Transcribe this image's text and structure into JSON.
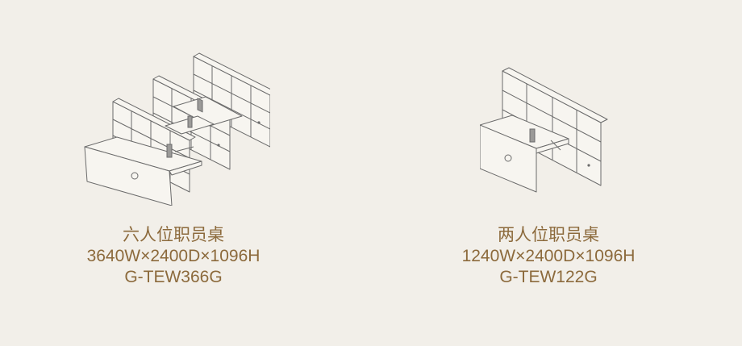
{
  "products": [
    {
      "name": "六人位职员桌",
      "dimensions": "3640W×2400D×1096H",
      "code": "G-TEW366G"
    },
    {
      "name": "两人位职员桌",
      "dimensions": "1240W×2400D×1096H",
      "code": "G-TEW122G"
    }
  ]
}
